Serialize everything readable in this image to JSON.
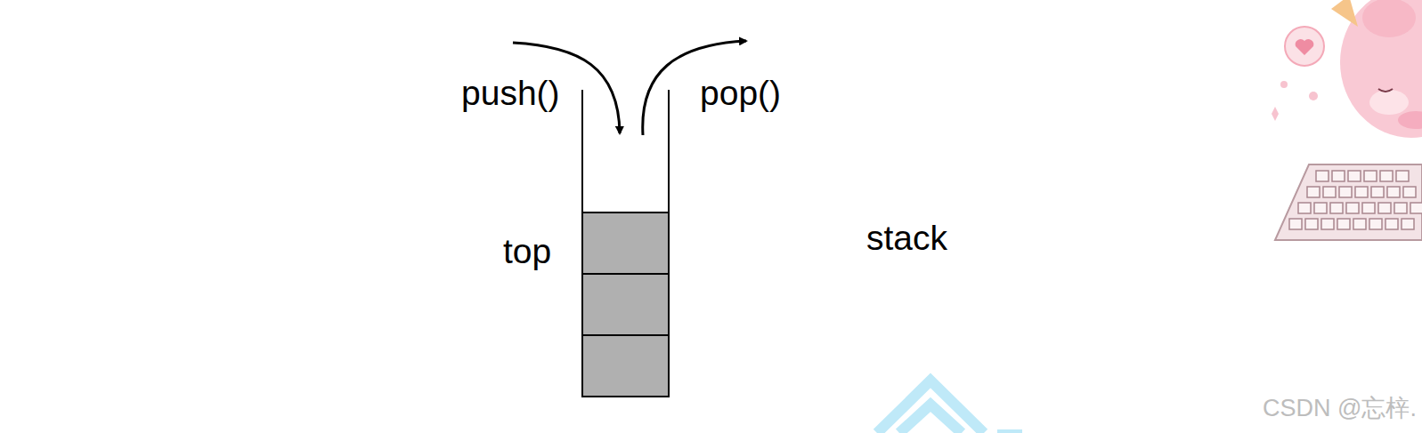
{
  "diagram": {
    "labels": [
      "push()",
      "pop()",
      "top",
      "stack",
      "CSDN @忘梓."
    ]
  }
}
